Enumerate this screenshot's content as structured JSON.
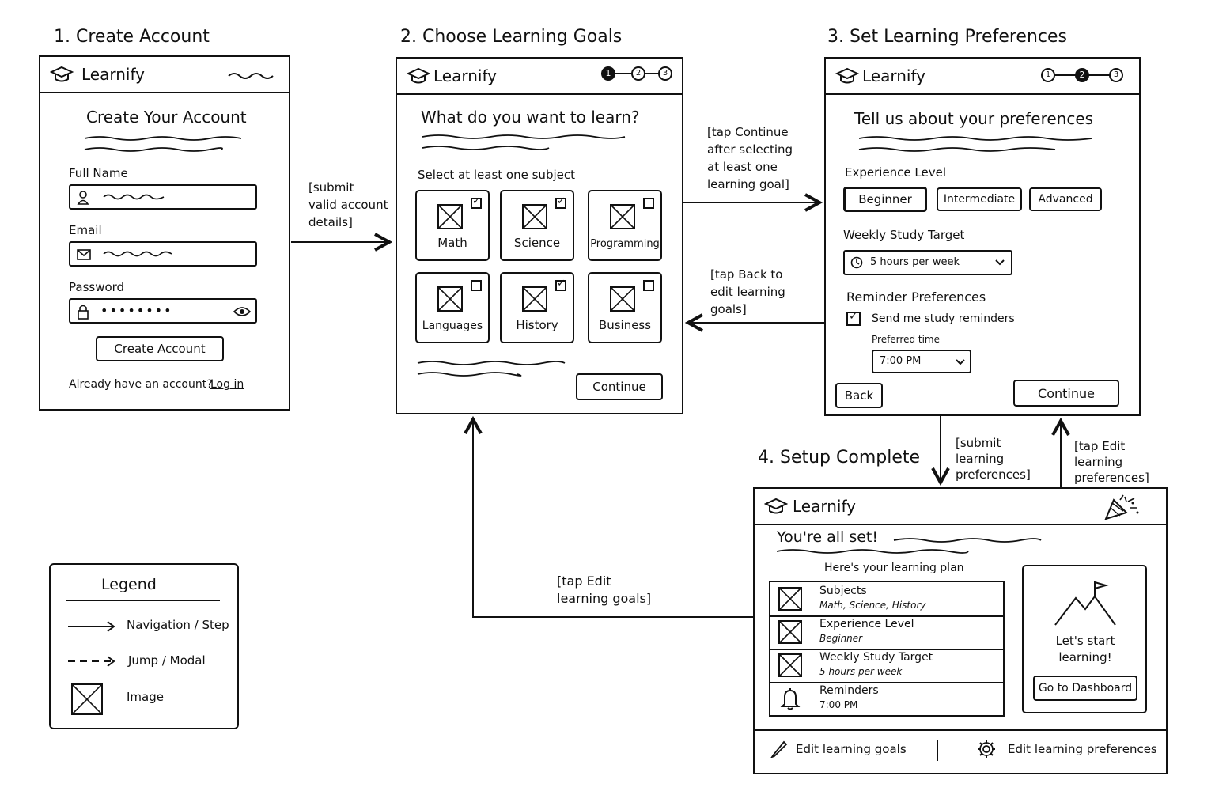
{
  "screens": {
    "create_account": {
      "title": "1. Create Account",
      "brand": "Learnify",
      "heading": "Create Your Account",
      "full_name_label": "Full Name",
      "email_label": "Email",
      "password_label": "Password",
      "password_value": "••••••••",
      "button": "Create Account",
      "login_prompt": "Already have an account?",
      "login_link": "Log in"
    },
    "learning_goals": {
      "title": "2. Choose Learning Goals",
      "brand": "Learnify",
      "steps": [
        "1",
        "2",
        "3"
      ],
      "current_step": 1,
      "heading": "What do you want to learn?",
      "instruction": "Select at least one subject",
      "subjects": [
        {
          "name": "Math",
          "checked": true
        },
        {
          "name": "Science",
          "checked": true
        },
        {
          "name": "Programming",
          "checked": false
        },
        {
          "name": "Languages",
          "checked": false
        },
        {
          "name": "History",
          "checked": true
        },
        {
          "name": "Business",
          "checked": false
        }
      ],
      "button": "Continue"
    },
    "preferences": {
      "title": "3. Set Learning Preferences",
      "brand": "Learnify",
      "steps": [
        "1",
        "2",
        "3"
      ],
      "current_step": 2,
      "heading": "Tell us about your preferences",
      "experience_label": "Experience Level",
      "levels": [
        "Beginner",
        "Intermediate",
        "Advanced"
      ],
      "selected_level": "Beginner",
      "weekly_label": "Weekly Study Target",
      "weekly_value": "5 hours per week",
      "reminder_label": "Reminder Preferences",
      "reminder_checkbox": "Send me study reminders",
      "reminder_checked": true,
      "preferred_time_label": "Preferred time",
      "preferred_time_value": "7:00 PM",
      "back_button": "Back",
      "continue_button": "Continue"
    },
    "complete": {
      "title": "4. Setup Complete",
      "brand": "Learnify",
      "heading": "You're all set!",
      "plan_label": "Here's your learning plan",
      "plan_items": [
        {
          "title": "Subjects",
          "detail": "Math, Science, History",
          "icon": "image-placeholder-icon"
        },
        {
          "title": "Experience Level",
          "detail": "Beginner",
          "icon": "image-placeholder-icon"
        },
        {
          "title": "Weekly Study Target",
          "detail": "5 hours per week",
          "icon": "image-placeholder-icon"
        },
        {
          "title": "Reminders",
          "detail": "7:00 PM",
          "icon": "bell-icon"
        }
      ],
      "cta_text": "Let's start learning!",
      "dashboard_button": "Go to Dashboard",
      "edit_goals": "Edit learning goals",
      "edit_prefs": "Edit learning preferences"
    }
  },
  "transitions": {
    "submit_account": "[submit\nvalid account\ndetails]",
    "tap_continue": "[tap Continue\nafter selecting\nat least one\nlearning goal]",
    "tap_back": "[tap Back to\nedit learning\ngoals]",
    "submit_prefs": "[submit\nlearning\npreferences]",
    "tap_edit_prefs": "[tap Edit\nlearning\npreferences]",
    "tap_edit_goals": "[tap Edit\nlearning goals]"
  },
  "legend": {
    "title": "Legend",
    "items": [
      {
        "label": "Navigation / Step",
        "kind": "solid-arrow"
      },
      {
        "label": "Jump / Modal",
        "kind": "dashed-arrow"
      },
      {
        "label": "Image",
        "kind": "image-box"
      }
    ]
  }
}
